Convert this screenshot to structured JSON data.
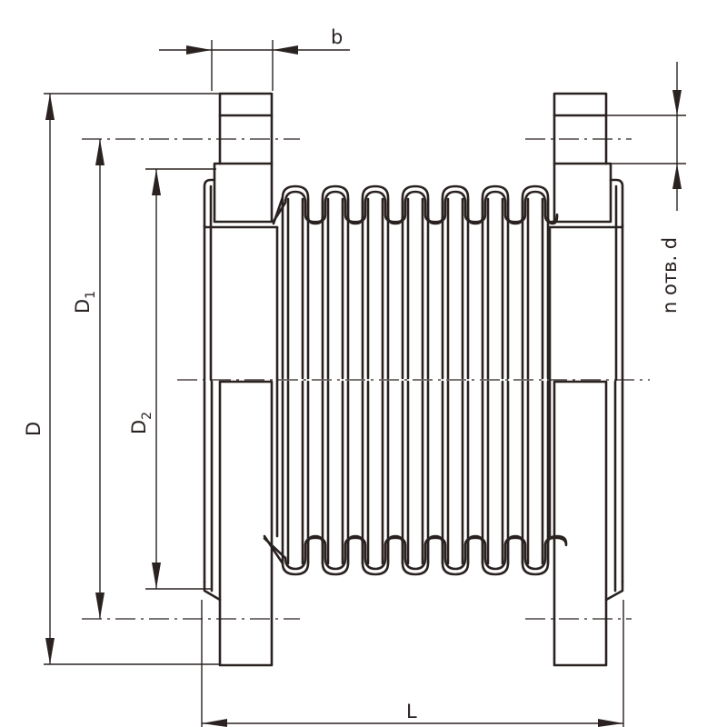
{
  "labels": {
    "b": "b",
    "D": "D",
    "D1_main": "D",
    "D1_sub": "1",
    "D2_main": "D",
    "D2_sub": "2",
    "L": "L",
    "holes": "n отв. d"
  },
  "colors": {
    "ink": "#2a2220",
    "background": "#ffffff"
  }
}
